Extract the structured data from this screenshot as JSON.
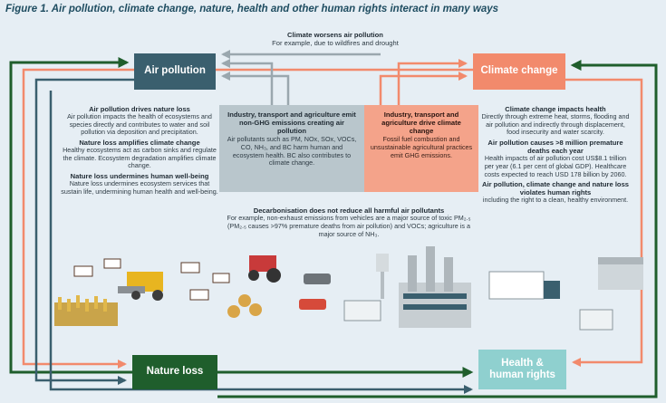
{
  "figure_title": "Figure 1. Air pollution, climate change, nature, health and other human rights interact in many ways",
  "boxes": {
    "air_pollution": "Air pollution",
    "climate_change": "Climate change",
    "nature_loss": "Nature loss",
    "health_line1": "Health &",
    "health_line2": "human rights"
  },
  "top_note": {
    "heading": "Climate worsens air pollution",
    "text": "For example, due to wildfires and drought"
  },
  "left_column": {
    "b1_heading": "Air pollution drives nature loss",
    "b1_text": "Air pollution impacts the health of ecosystems and species directly and contributes to water and soil pollution via deposition and precipitation.",
    "b2_heading": "Nature loss amplifies climate change",
    "b2_text": "Healthy ecosystems act as carbon sinks and regulate the climate. Ecosystem degradation amplifies climate change.",
    "b3_heading": "Nature loss undermines human well-being",
    "b3_text": "Nature loss undermines ecosystem services that sustain life, undermining human health and well-being."
  },
  "middle_grey": {
    "heading": "Industry, transport and agriculture emit non-GHG emissions creating air pollution",
    "text": "Air pollutants such as PM, NOx, SOx, VOCs, CO, NH₃, and BC harm human and ecosystem health. BC also contributes to climate change."
  },
  "middle_salmon": {
    "heading": "Industry, transport and agriculture drive climate change",
    "text": "Fossil fuel combustion and unsustainable agricultural practices emit GHG emissions."
  },
  "decarbonisation": {
    "heading": "Decarbonisation does not reduce all harmful air pollutants",
    "text": "For example, non-exhaust emissions from vehicles are a major source of toxic PM₂.₅ (PM₂.₅ causes >97% premature deaths from air pollution) and VOCs; agriculture is a major source of NH₃."
  },
  "right_column": {
    "b1_heading": "Climate change impacts health",
    "b1_text": "Directly through extreme heat, storms, flooding and air pollution and indirectly through displacement, food insecurity and water scarcity.",
    "b2_heading": "Air pollution causes >8 million premature deaths each year",
    "b2_text": "Health impacts of air pollution cost US$8.1 trillion per year (6.1 per cent of global GDP). Healthcare costs expected to reach USD 178 billion by 2060.",
    "b3_heading": "Air pollution, climate change and nature loss violates human rights",
    "b3_text": "including the right to a clean, healthy environment."
  },
  "colors": {
    "air_pollution": "#3a5f6e",
    "climate_change": "#f28a6c",
    "nature_loss": "#1f5e2c",
    "health": "#8fd0cf",
    "arrow_grey": "#9aa7ae",
    "background": "#e6eef4"
  }
}
